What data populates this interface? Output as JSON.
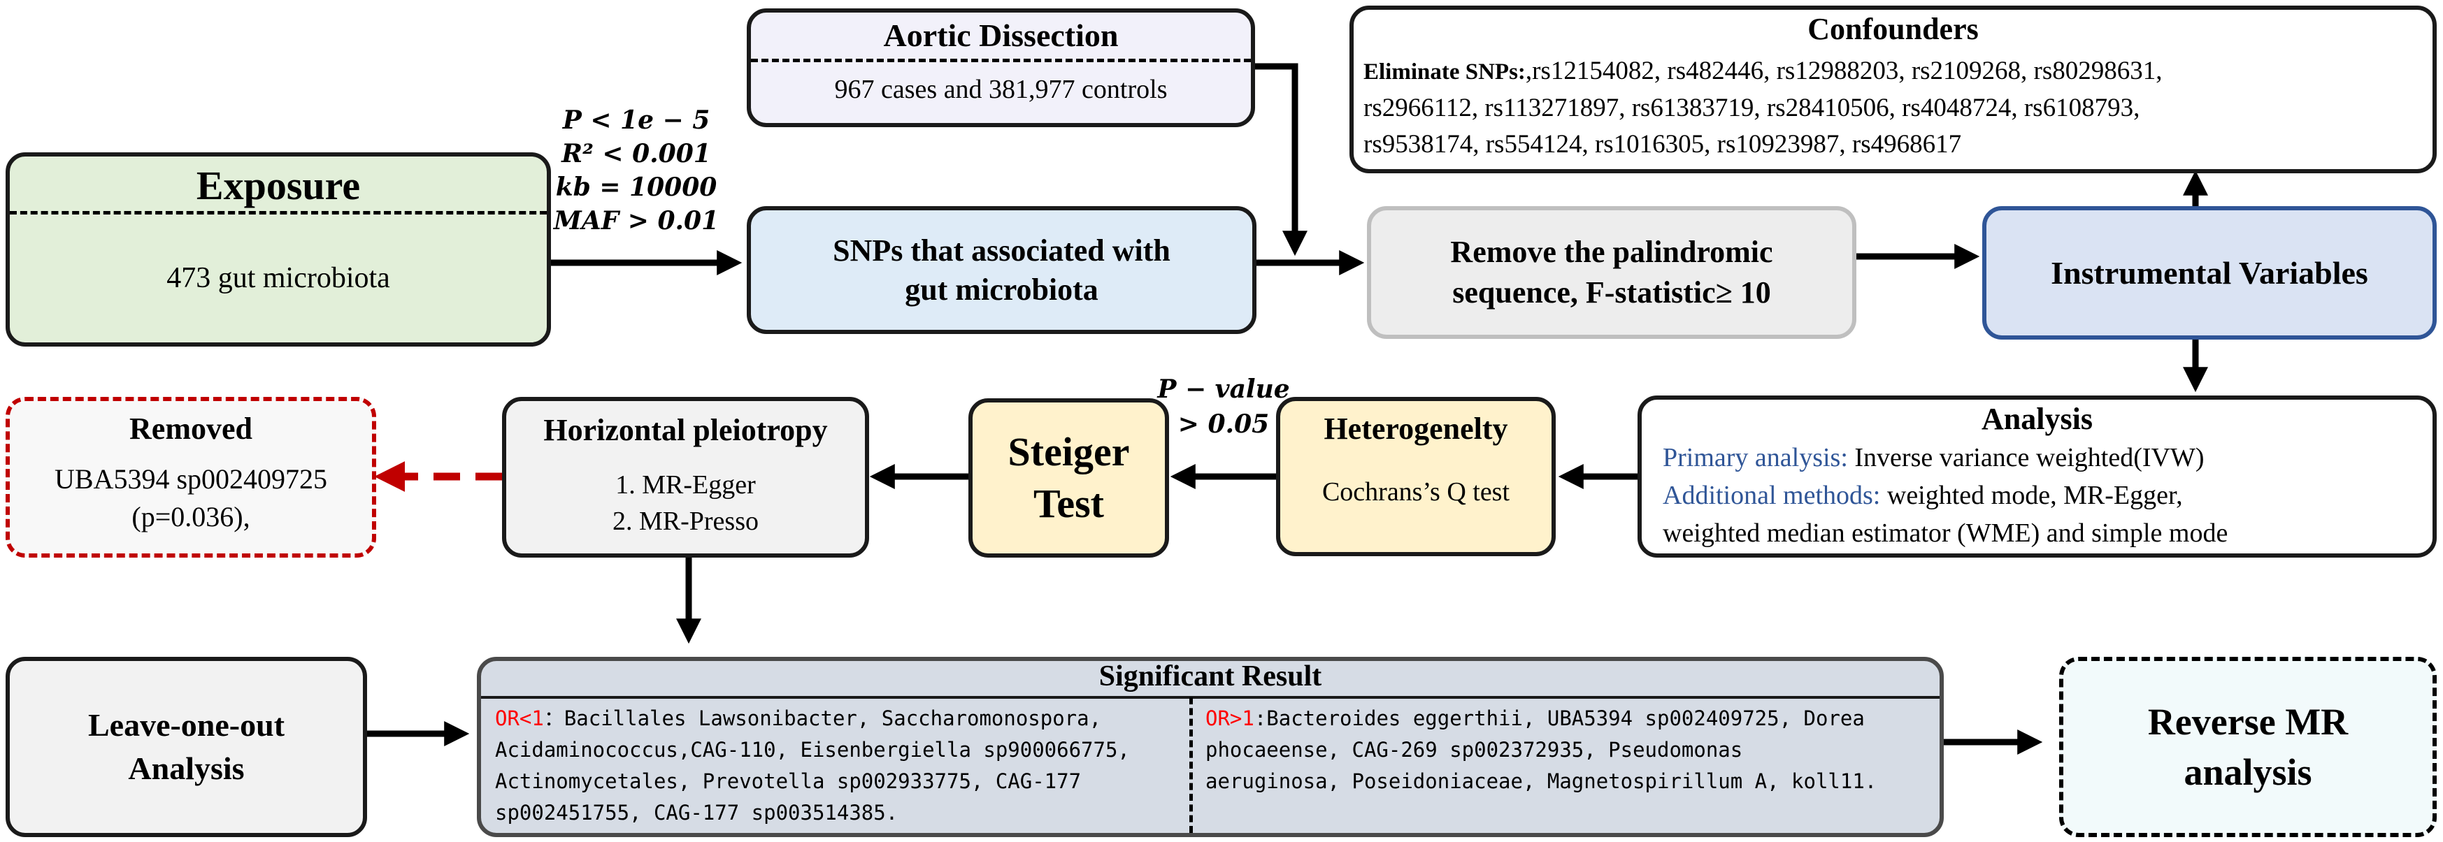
{
  "exposure": {
    "title": "Exposure",
    "body": "473 gut microbiota"
  },
  "criteria": {
    "line1": "P < 1e − 5",
    "line2": "R² < 0.001",
    "line3": "kb = 10000",
    "line4": "MAF > 0.01"
  },
  "outcome": {
    "title": "Aortic Dissection",
    "body": "967 cases and 381,977 controls"
  },
  "snps": {
    "line1": "SNPs that associated with",
    "line2": "gut microbiota"
  },
  "palindromic": {
    "line1": "Remove the palindromic",
    "line2": "sequence, F-statistic≥ 10"
  },
  "instrumental": {
    "label": "Instrumental Variables"
  },
  "confounders": {
    "title": "Confounders",
    "prefix": "Eliminate SNPs:",
    "line1": ",rs12154082, rs482446, rs12988203, rs2109268, rs80298631,",
    "line2": "rs2966112, rs113271897, rs61383719, rs28410506, rs4048724, rs6108793,",
    "line3": "rs9538174, rs554124, rs1016305, rs10923987, rs4968617"
  },
  "analysis": {
    "title": "Analysis",
    "primary_label": "Primary analysis:",
    "primary_text": " Inverse variance weighted(IVW)",
    "additional_label": "Additional methods:",
    "additional_text": " weighted mode, MR-Egger,",
    "line3": "weighted median estimator (WME) and simple mode"
  },
  "heterogeneity": {
    "title": "Heterogenelty",
    "body": "Cochrans’s Q test"
  },
  "pvalue": {
    "line1": "P − value",
    "line2": "> 0.05"
  },
  "steiger": {
    "line1": "Steiger",
    "line2": "Test"
  },
  "pleiotropy": {
    "title": "Horizontal pleiotropy",
    "item1": "1. MR-Egger",
    "item2": "2. MR-Presso"
  },
  "removed": {
    "title": "Removed",
    "line1": "UBA5394 sp002409725",
    "line2": "(p=0.036),"
  },
  "leave_one_out": {
    "line1": "Leave-one-out",
    "line2": "Analysis"
  },
  "significant": {
    "title": "Significant Result",
    "left_label": "OR<1",
    "left_line1": "：Bacillales Lawsonibacter, Saccharomonospora,",
    "left_line2": "Acidaminococcus,CAG-110, Eisenbergiella sp900066775,",
    "left_line3": "Actinomycetales, Prevotella sp002933775, CAG-177",
    "left_line4": "sp002451755, CAG-177 sp003514385.",
    "right_label": "OR>1",
    "right_line1": ":Bacteroides eggerthii, UBA5394 sp002409725, Dorea",
    "right_line2": "phocaeense, CAG-269 sp002372935, Pseudomonas",
    "right_line3": "aeruginosa, Poseidoniaceae, Magnetospirillum A, koll11."
  },
  "reverse_mr": {
    "line1": "Reverse MR",
    "line2": "analysis"
  },
  "colors": {
    "exposure_fill": "#e2efd9",
    "outcome_fill": "#f2f1fa",
    "snps_fill": "#deebf7",
    "palindromic_fill": "#ededed",
    "instrumental_fill": "#dae3f3",
    "instrumental_border": "#2f5597",
    "yellow_fill": "#fff2cc",
    "removed_border": "#c00000",
    "removed_arrow": "#c00000",
    "significant_fill": "#d6dce5",
    "reverse_fill": "#f2fafb",
    "red_text": "#ff0000",
    "blue_text": "#2f5597"
  }
}
